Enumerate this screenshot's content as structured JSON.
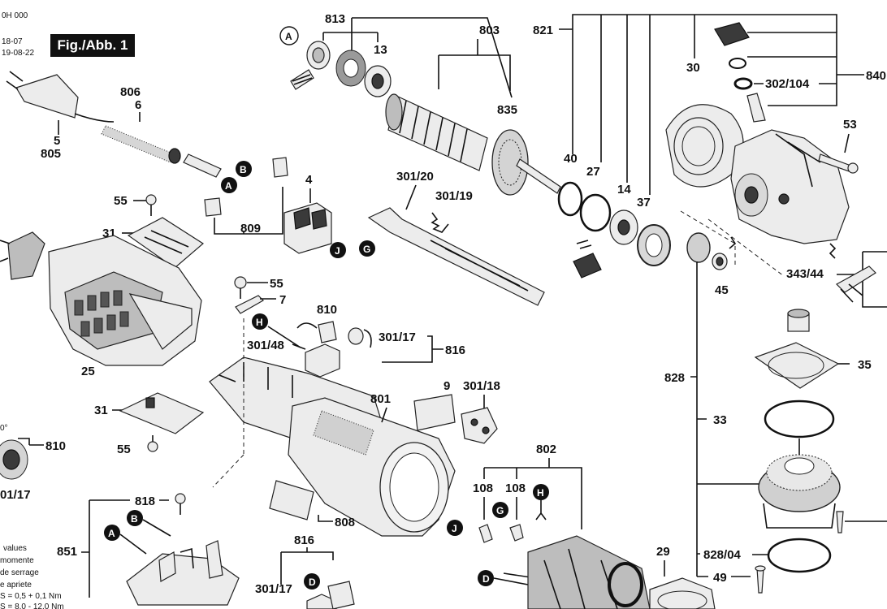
{
  "header": {
    "doc_id": "0H 000",
    "date_1": "18-07",
    "date_2": "19-08-22",
    "fig_label": "Fig./Abb. 1"
  },
  "callouts": {
    "c813": "813",
    "c803": "803",
    "c821": "821",
    "c13": "13",
    "c835": "835",
    "c30": "30",
    "c840": "840",
    "c302_104": "302/104",
    "c53": "53",
    "c806": "806",
    "c6": "6",
    "c5": "5",
    "c805": "805",
    "c40": "40",
    "c27": "27",
    "c14": "14",
    "c37": "37",
    "c45": "45",
    "c4": "4",
    "c301_20": "301/20",
    "c301_19": "301/19",
    "c55a": "55",
    "c31a": "31",
    "c809": "809",
    "c343_44": "343/44",
    "c55b": "55",
    "c7": "7",
    "c810a": "810",
    "c301_48": "301/48",
    "c301_17a": "301/17",
    "c816a": "816",
    "c35": "35",
    "c828": "828",
    "c25": "25",
    "c9": "9",
    "c301_18": "301/18",
    "c801": "801",
    "c31b": "31",
    "c33": "33",
    "c810b": "810",
    "c55c": "55",
    "c301_17b": "01/17",
    "c802": "802",
    "c108a": "108",
    "c108b": "108",
    "c818": "818",
    "c808": "808",
    "c851": "851",
    "c29": "29",
    "c828_04": "828/04",
    "c49": "49",
    "c816b": "816",
    "c301_17c": "301/17"
  },
  "letters": {
    "A_top": "A",
    "A_cable": "A",
    "B_cable": "B",
    "G": "G",
    "J": "J",
    "H": "H",
    "G2": "G",
    "H2": "H",
    "J2": "J",
    "D": "D",
    "D2": "D",
    "A_bot": "A",
    "B_bot": "B"
  },
  "notes": {
    "line1": "values",
    "line2": "momente",
    "line3": "de serrage",
    "line4": "e apriete",
    "line5": "S = 0,5 + 0,1 Nm",
    "line6": "S = 8,0 - 12,0 Nm",
    "angle": "0°"
  }
}
